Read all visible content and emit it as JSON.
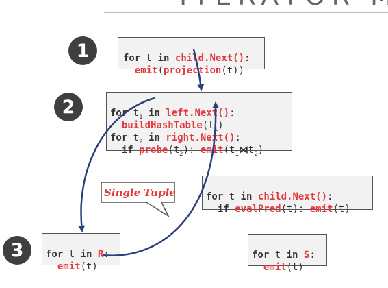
{
  "slide": {
    "title": "ITERATOR MOD"
  },
  "steps": [
    {
      "number": "1"
    },
    {
      "number": "2"
    },
    {
      "number": "3"
    }
  ],
  "box_projection": {
    "l1_for": "for",
    "l1_var": " t ",
    "l1_in": "in",
    "l1_sp": " ",
    "l1_call": "child.Next()",
    "l1_colon": ":",
    "l2_emit": "emit",
    "l2_open": "(",
    "l2_proj": "projection",
    "l2_rest": "(t))"
  },
  "box_join": {
    "l1_for": "for",
    "l1_var": " t",
    "l1_sub": "1",
    "l1_in": " in ",
    "l1_call": "left.Next()",
    "l1_colon": ":",
    "l2_fn": "buildHashTable",
    "l2_open": "(t",
    "l2_sub": "1",
    "l2_close": ")",
    "l3_for": "for",
    "l3_var": " t",
    "l3_sub": "2",
    "l3_in": " in ",
    "l3_call": "right.Next()",
    "l3_colon": ":",
    "l4_if": "if",
    "l4_sp": " ",
    "l4_probe": "probe",
    "l4_open": "(t",
    "l4_sub": "2",
    "l4_close": "): ",
    "l4_emit": "emit",
    "l4_args_open": "(t",
    "l4_sub_a": "1",
    "l4_join": "⋈",
    "l4_t": "t",
    "l4_sub_b": "2",
    "l4_args_close": ")"
  },
  "box_filter": {
    "l1_for": "for",
    "l1_var": " t ",
    "l1_in": "in",
    "l1_sp": " ",
    "l1_call": "child.Next()",
    "l1_colon": ":",
    "l2_if": "if",
    "l2_sp": " ",
    "l2_fn": "evalPred",
    "l2_mid": "(t): ",
    "l2_emit": "emit",
    "l2_rest": "(t)"
  },
  "box_scan_r": {
    "l1_for": "for",
    "l1_var": " t ",
    "l1_in": "in",
    "l1_sp": " ",
    "l1_rel": "R",
    "l1_colon": ":",
    "l2_emit": "emit",
    "l2_rest": "(t)"
  },
  "box_scan_s": {
    "l1_for": "for",
    "l1_var": " t ",
    "l1_in": "in",
    "l1_sp": " ",
    "l1_rel": "S",
    "l1_colon": ":",
    "l2_emit": "emit",
    "l2_rest": "(t)"
  },
  "callout": {
    "label": "Single Tuple"
  },
  "colors": {
    "accent_red": "#e0393e",
    "circle_fill": "#3f3f3f",
    "arrow_blue": "#2b3f7a",
    "box_fill": "#f2f2f2"
  }
}
